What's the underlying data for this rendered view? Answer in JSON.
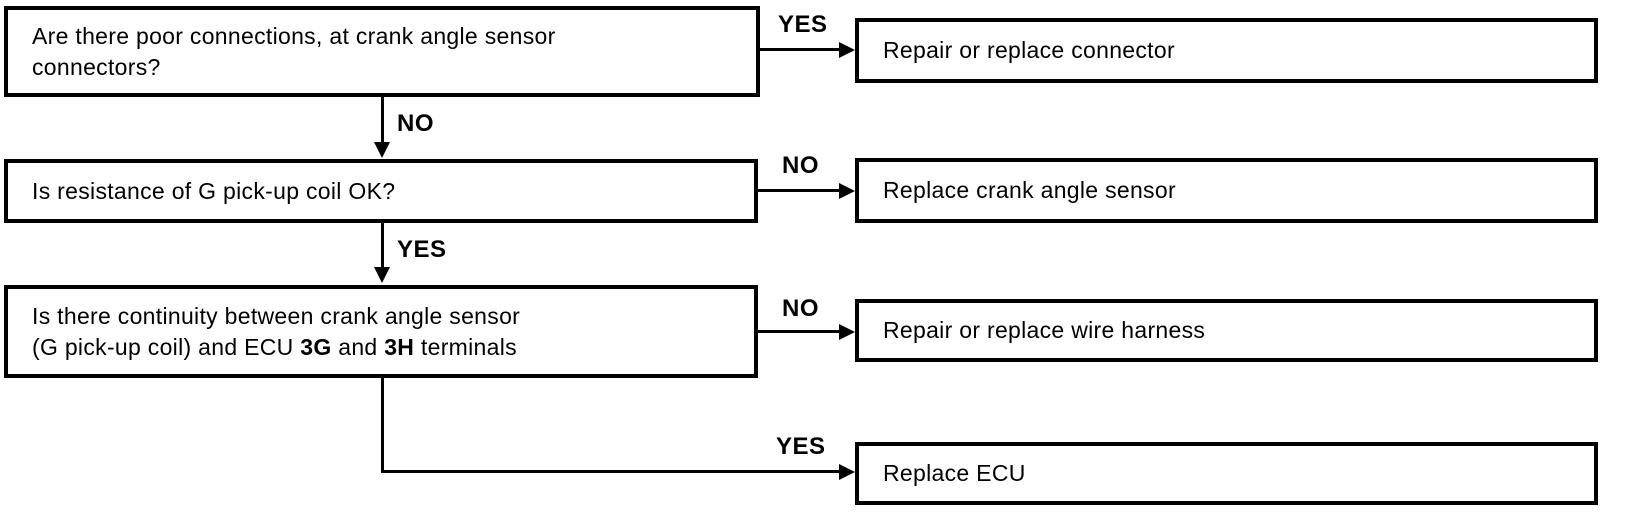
{
  "page": {
    "background_color": "#ffffff",
    "line_color": "#000000"
  },
  "flowchart": {
    "questions": [
      {
        "line1": "Are there poor connections, at crank angle sensor",
        "line2": "connectors?"
      },
      {
        "line1": "Is resistance of G pick-up coil OK?"
      },
      {
        "line1": "Is there continuity between crank angle sensor",
        "line2_prefix": "(G pick-up coil) and ECU ",
        "line2_bold1": "3G",
        "line2_mid": " and ",
        "line2_bold2": "3H",
        "line2_suffix": " terminals"
      }
    ],
    "actions": [
      {
        "label": "Repair or replace connector"
      },
      {
        "label": "Replace crank angle sensor"
      },
      {
        "label": "Repair or replace wire harness"
      },
      {
        "label": "Replace ECU"
      }
    ],
    "branch_labels": {
      "q1_yes": "YES",
      "q1_no": "NO",
      "q2_no": "NO",
      "q2_yes": "YES",
      "q3_no": "NO",
      "q3_yes": "YES"
    }
  }
}
